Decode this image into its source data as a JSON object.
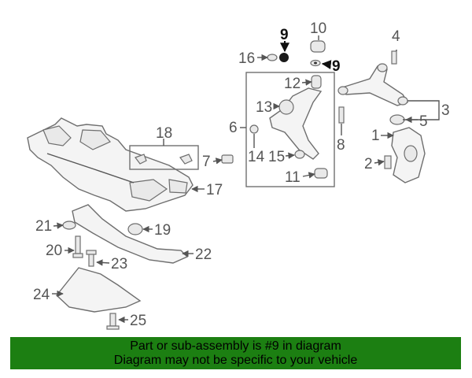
{
  "callouts": {
    "c1": "1",
    "c2": "2",
    "c3": "3",
    "c4": "4",
    "c5": "5",
    "c6": "6",
    "c7": "7",
    "c8": "8",
    "c9a": "9",
    "c9b": "9",
    "c10": "10",
    "c11": "11",
    "c12": "12",
    "c13": "13",
    "c14": "14",
    "c15": "15",
    "c16": "16",
    "c17": "17",
    "c18": "18",
    "c19": "19",
    "c20": "20",
    "c21": "21",
    "c22": "22",
    "c23": "23",
    "c24": "24",
    "c25": "25"
  },
  "highlight_color": "#111111",
  "banner": {
    "line1": "Part or sub-assembly is #9 in diagram",
    "line2": "Diagram may not be specific to your vehicle",
    "background": "#1c7f12"
  }
}
